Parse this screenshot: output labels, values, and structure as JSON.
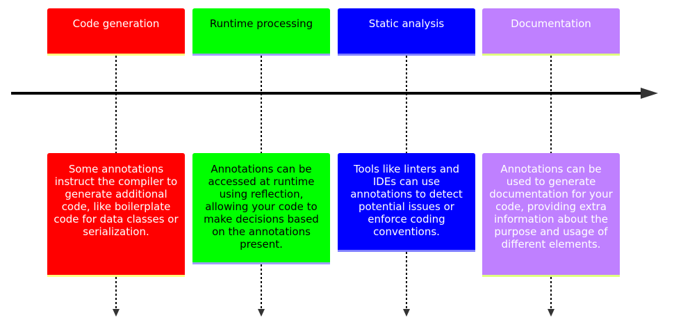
{
  "sections": [
    {
      "title": "Code generation",
      "description": "Some annotations instruct the compiler to generate additional code, like boilerplate code for data classes or serialization.",
      "color": "#ff0000",
      "text_color": "#ffffff"
    },
    {
      "title": "Runtime processing",
      "description": "Annotations can be accessed at runtime using reflection, allowing your code to make decisions based on the annotations present.",
      "color": "#00ff00",
      "text_color": "#000000"
    },
    {
      "title": "Static analysis",
      "description": "Tools like linters and IDEs can use annotations to detect potential issues or enforce coding conventions.",
      "color": "#0000ff",
      "text_color": "#ffffff"
    },
    {
      "title": "Documentation",
      "description": "Annotations can be used to generate documentation for your code, providing extra information about the purpose and usage of different elements.",
      "color": "#bf80ff",
      "text_color": "#ffffff"
    }
  ]
}
